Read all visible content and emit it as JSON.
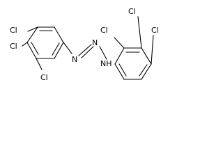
{
  "molecule": {
    "labels": {
      "cl_left_top": "Cl",
      "cl_left_middle": "Cl",
      "cl_left_bottom": "Cl",
      "n_left": "N",
      "n_middle": "N",
      "nh": "NH",
      "cl_right_top_left": "Cl",
      "cl_right_top_right": "Cl",
      "cl_right_side": "Cl"
    },
    "colors": {
      "bond": "#000000",
      "text": "#000000"
    }
  }
}
